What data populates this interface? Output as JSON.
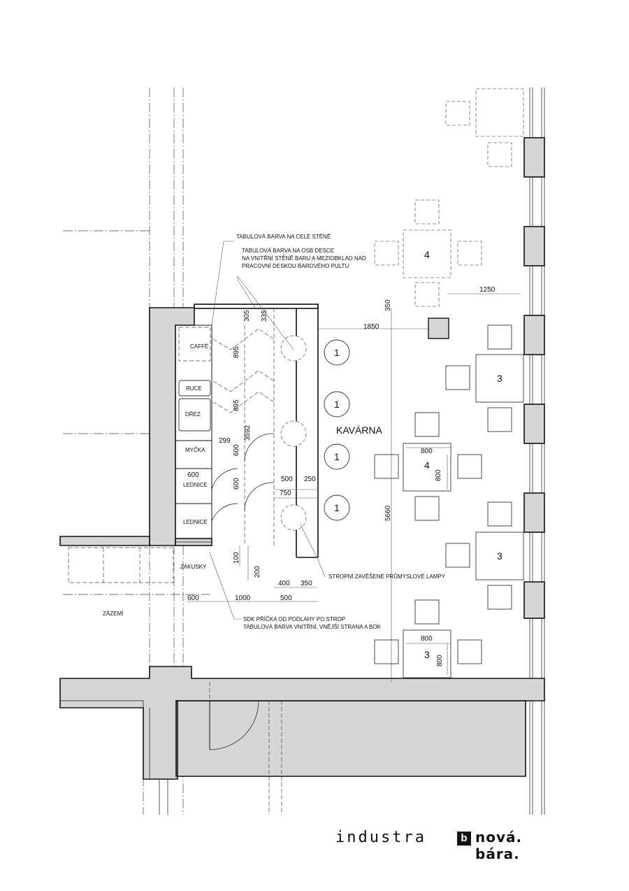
{
  "annotations": {
    "board_wall": "TABULOVÁ BARVA NA CELÉ STĚNĚ",
    "osb_line1": "TABULOVÁ BARVA NA OSB DESCE",
    "osb_line2": "NA VNITŘNÍ STĚNĚ BARU A MEZIOBKLAD NAD",
    "osb_line3": "PRACOVNÍ DESKOU BAROVÉHO PULTU",
    "lamps": "STROPNÍ ZAVĚŠENÉ PRŮMYSLOVÉ LAMPY",
    "sdk_line1": "SDK PŘÍČKA OD PODLAHY PO STROP",
    "sdk_line2": "TABULOVÁ BARVA VNITŘNÍ, VNĚJŠÍ STRANA A BOK"
  },
  "rooms": {
    "cafe": "KAVÁRNA",
    "back": "ZÁZEMÍ",
    "cakes": "ZÁKUSKY"
  },
  "bar_items": {
    "caffe": "CAFFÉ",
    "ruce": "RUCE",
    "drez": "DŘEZ",
    "mycka": "MYČKA",
    "lednice1": "LEDNICE",
    "lednice2": "LEDNICE"
  },
  "dimensions": {
    "d305": "305",
    "d335": "335",
    "d895a": "895",
    "d895b": "895",
    "d3592": "3592",
    "d299": "299",
    "d600a": "600",
    "d600b": "600",
    "d600c": "600",
    "d500a": "500",
    "d250": "250",
    "d750": "750",
    "d100": "100",
    "d200": "200",
    "d400": "400",
    "d350a": "350",
    "d600d": "600",
    "d1000": "1000",
    "d500b": "500",
    "d350b": "350",
    "d1850": "1850",
    "d1250": "1250",
    "d5660": "5660",
    "d800a": "800",
    "d800b": "800",
    "d800c": "800",
    "d800d": "800"
  },
  "tables": {
    "t4_top": "4",
    "t3_a": "3",
    "t4_mid": "4",
    "t3_b": "3",
    "t3_c": "3"
  },
  "stools": [
    "1",
    "1",
    "1",
    "1"
  ],
  "logos": {
    "industra": "industra",
    "badge": "b",
    "nova_bara": "nová. bára."
  },
  "colors": {
    "wall_fill": "#d6d6d6",
    "line": "#111111"
  }
}
